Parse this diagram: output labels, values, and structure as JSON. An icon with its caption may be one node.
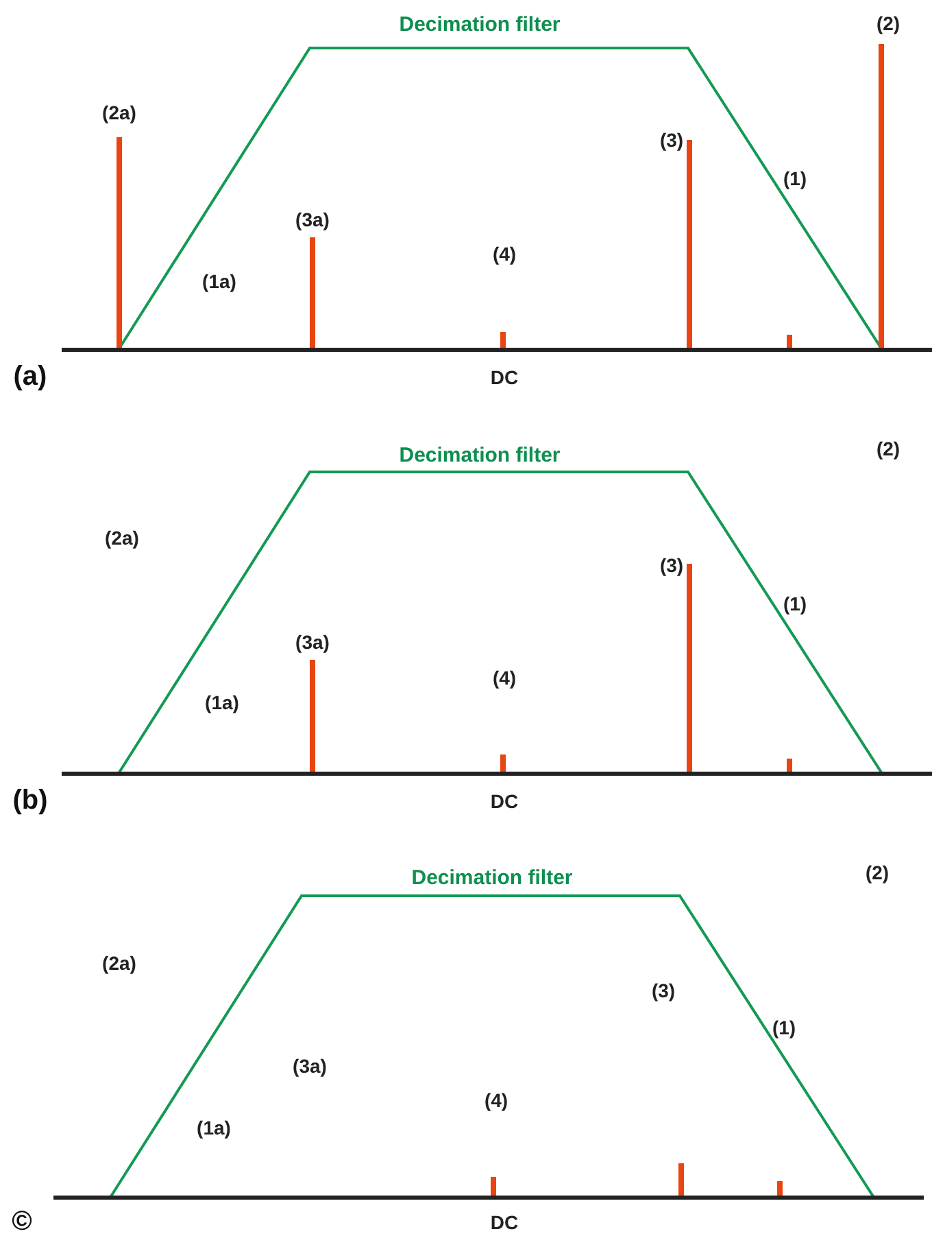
{
  "diagram": {
    "labels": [
      "Decimation filter",
      "(2)",
      "(2a)",
      "(3)",
      "(1)",
      "(3a)",
      "(4)",
      "(1a)",
      "(a)",
      "DC",
      "Decimation filter",
      "(2)",
      "(2a)",
      "(3)",
      "(1)",
      "(3a)",
      "(4)",
      "(1a)",
      "(b)",
      "DC",
      "Decimation filter",
      "(2)",
      "(2a)",
      "(3)",
      "(1)",
      "(3a)",
      "(4)",
      "(1a)",
      "©",
      "DC"
    ]
  }
}
